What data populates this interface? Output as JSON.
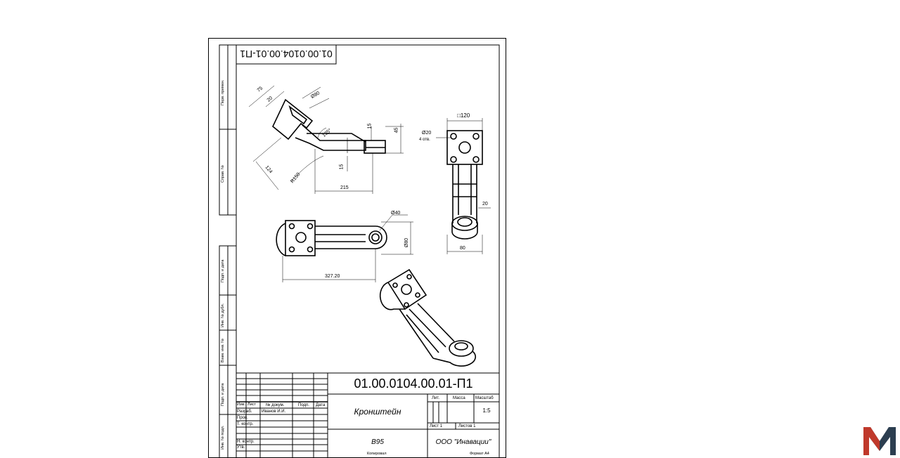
{
  "drawing": {
    "code": "01.00.0104.00.01-П1",
    "code_rotated": "01.00.0104.00.01-П1",
    "title": "Кронштейн",
    "material": "В95",
    "organization": "ООО \"Инавации\"",
    "copied_label": "Копировал",
    "format_label": "Формат А4",
    "scale_value": "1:5"
  },
  "title_block": {
    "col_izm": "Изм.",
    "col_list": "Лист",
    "col_doc": "№ докум.",
    "col_sign": "Подп.",
    "col_date": "Дата",
    "razrab": "Разраб.",
    "razrab_name": "Иванов И.И.",
    "prov": "Пров.",
    "tkontr": "Т. контр.",
    "nkontr": "Н. контр.",
    "utv": "Утв.",
    "lit": "Лит.",
    "massa": "Масса",
    "masshtab": "Масштаб",
    "sheet": "Лист 1",
    "sheets": "Листов 1"
  },
  "side_stamps": {
    "perv_primen": "Перв. примен.",
    "sprav_no": "Справ. №",
    "podp_data_1": "Подп. и дата",
    "inv_dubl": "Инв. № дубл.",
    "vzam_inv": "Взам. инв. №",
    "podp_data_2": "Подп. и дата",
    "inv_podl": "Инв. № подл."
  },
  "dimensions": {
    "d75": "75",
    "d20a": "20",
    "d80dia": "Ø80",
    "d15": "15",
    "d45": "45",
    "d15b": "15",
    "d135": "135°",
    "d124": "124",
    "r150": "R150",
    "d215": "215",
    "sq120": "□120",
    "d20dia": "Ø20",
    "holes": "4 отв.",
    "d20b": "20",
    "d80": "80",
    "d40dia": "Ø40",
    "d80dia2": "Ø80",
    "d327": "327.20"
  },
  "colors": {
    "logo": "#c0392b",
    "logo_dark": "#2c3e50",
    "line": "#000000"
  }
}
